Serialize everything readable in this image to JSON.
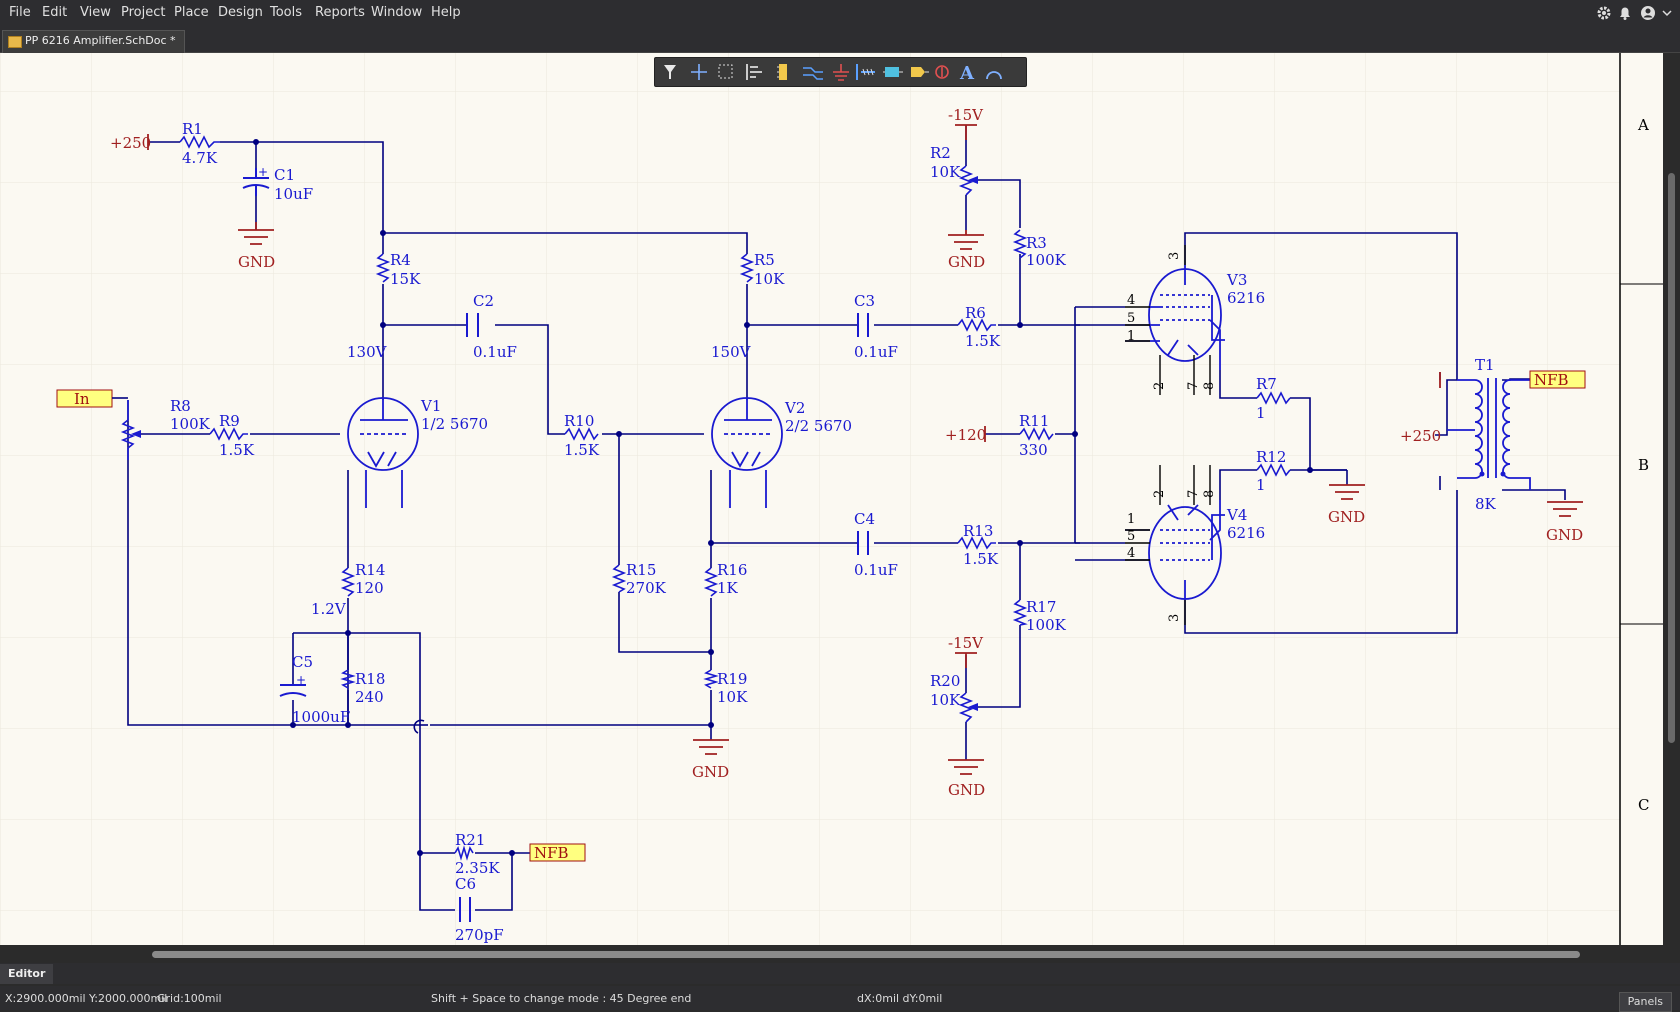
{
  "menu": {
    "items": [
      {
        "label": "File"
      },
      {
        "label": "Edit"
      },
      {
        "label": "View"
      },
      {
        "label": "Project"
      },
      {
        "label": "Place"
      },
      {
        "label": "Design"
      },
      {
        "label": "Tools"
      },
      {
        "label": "Reports"
      },
      {
        "label": "Window"
      },
      {
        "label": "Help"
      }
    ]
  },
  "document": {
    "tab_label": "PP 6216 Amplifier.SchDoc *"
  },
  "toolbar": {
    "icons": [
      "filter-icon",
      "cross-probe-icon",
      "select-rect-icon",
      "align-icon",
      "place-part-icon",
      "wire-icon",
      "power-port-icon",
      "bus-icon",
      "harness-icon",
      "port-icon",
      "no-erc-icon",
      "text-icon",
      "arc-icon"
    ]
  },
  "zones": {
    "a": "A",
    "b": "B",
    "c": "C"
  },
  "schematic": {
    "power": {
      "p250_a": "+250",
      "m15_a": "-15V",
      "m15_b": "-15V",
      "p120": "+120",
      "p250_b": "+250",
      "gnd1": "GND",
      "gnd2": "GND",
      "gnd3": "GND",
      "gnd4": "GND",
      "gnd5": "GND",
      "gnd6": "GND"
    },
    "ports": {
      "in": "In",
      "nfb_out": "NFB",
      "nfb_fb": "NFB"
    },
    "components": {
      "r1_ref": "R1",
      "r1_val": "4.7K",
      "c1_ref": "C1",
      "c1_val": "10uF",
      "r2_ref": "R2",
      "r2_val": "10K",
      "r3_ref": "R3",
      "r3_val": "100K",
      "r4_ref": "R4",
      "r4_val": "15K",
      "r5_ref": "R5",
      "r5_val": "10K",
      "c2_ref": "C2",
      "c2_val": "0.1uF",
      "c3_ref": "C3",
      "c3_val": "0.1uF",
      "r6_ref": "R6",
      "r6_val": "1.5K",
      "v3_ref": "V3",
      "v3_val": "6216",
      "r7_ref": "R7",
      "r7_val": "1",
      "t1_ref": "T1",
      "t1_val": "8K",
      "r8_ref": "R8",
      "r8_val": "100K",
      "r9_ref": "R9",
      "r9_val": "1.5K",
      "v1_ref": "V1",
      "v1_val": "1/2 5670",
      "r10_ref": "R10",
      "r10_val": "1.5K",
      "v2_ref": "V2",
      "v2_val": "2/2 5670",
      "r11_ref": "R11",
      "r11_val": "330",
      "r12_ref": "R12",
      "r12_val": "1",
      "v4_ref": "V4",
      "v4_val": "6216",
      "c4_ref": "C4",
      "c4_val": "0.1uF",
      "r13_ref": "R13",
      "r13_val": "1.5K",
      "r14_ref": "R14",
      "r14_val": "120",
      "r15_ref": "R15",
      "r15_val": "270K",
      "r16_ref": "R16",
      "r16_val": "1K",
      "r17_ref": "R17",
      "r17_val": "100K",
      "c5_ref": "C5",
      "c5_val": "1000uF",
      "r18_ref": "R18",
      "r18_val": "240",
      "r19_ref": "R19",
      "r19_val": "10K",
      "r20_ref": "R20",
      "r20_val": "10K",
      "r21_ref": "R21",
      "r21_val": "2.35K",
      "c6_ref": "C6",
      "c6_val": "270pF"
    },
    "voltages": {
      "v130": "130V",
      "v150": "150V",
      "v1_2": "1.2V"
    },
    "pins": {
      "p3": "3",
      "p4": "4",
      "p5": "5",
      "p1": "1",
      "p2": "2",
      "p7": "7",
      "p8": "8"
    }
  },
  "status": {
    "coords": "X:2900.000mil Y:2000.000mil",
    "grid": "Grid:100mil",
    "hint": "Shift + Space to change mode : 45 Degree end",
    "delta": "dX:0mil dY:0mil",
    "panels": "Panels"
  },
  "editor_tab": "Editor"
}
